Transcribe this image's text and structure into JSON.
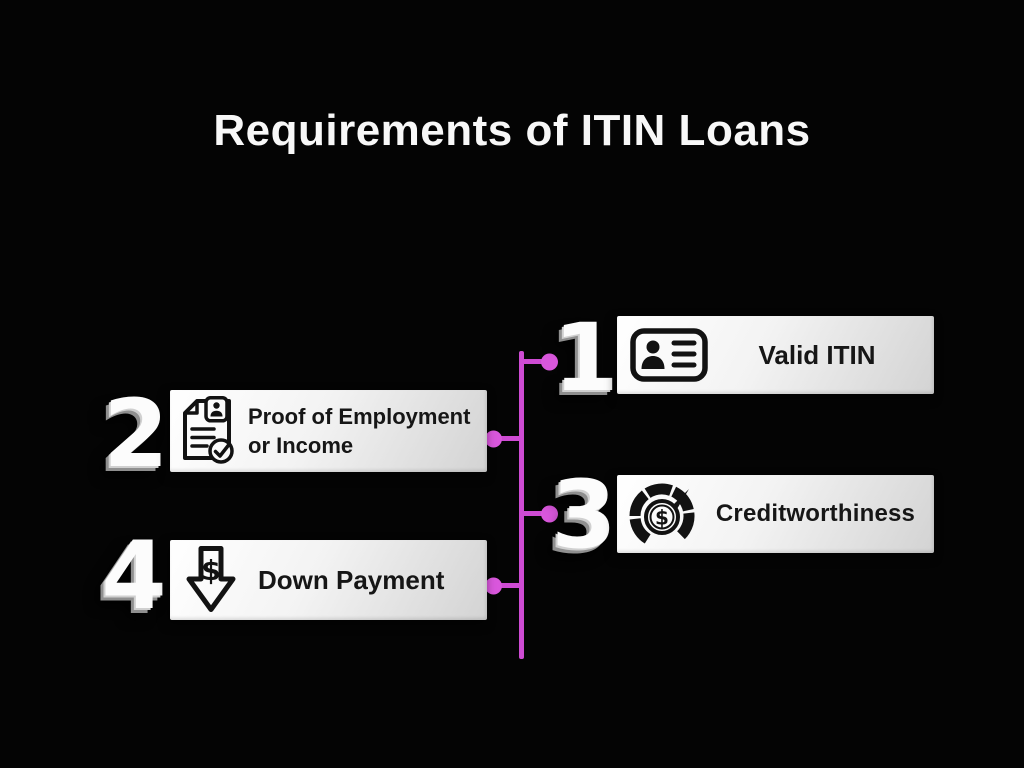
{
  "title": "Requirements of ITIN Loans",
  "theme": {
    "background_color": "#040404",
    "accent_color": "#CE4BD3",
    "node_dot_color": "#D957DC",
    "card_gradient_start": "#FFFFFF",
    "card_gradient_end": "#D3D3D3",
    "card_text_color": "#161616",
    "title_color": "#F8F8F8",
    "number_color": "#FCFCFC"
  },
  "glyphs": {
    "dollar": "$"
  },
  "steps": [
    {
      "number": "1",
      "label": "Valid ITIN",
      "icon": "id-card-icon",
      "side": "right"
    },
    {
      "number": "2",
      "label": "Proof of Employment or Income",
      "icon": "document-check-icon",
      "side": "left"
    },
    {
      "number": "3",
      "label": "Creditworthiness",
      "icon": "credit-gauge-icon",
      "side": "right"
    },
    {
      "number": "4",
      "label": "Down Payment",
      "icon": "dollar-down-arrow-icon",
      "side": "left"
    }
  ]
}
